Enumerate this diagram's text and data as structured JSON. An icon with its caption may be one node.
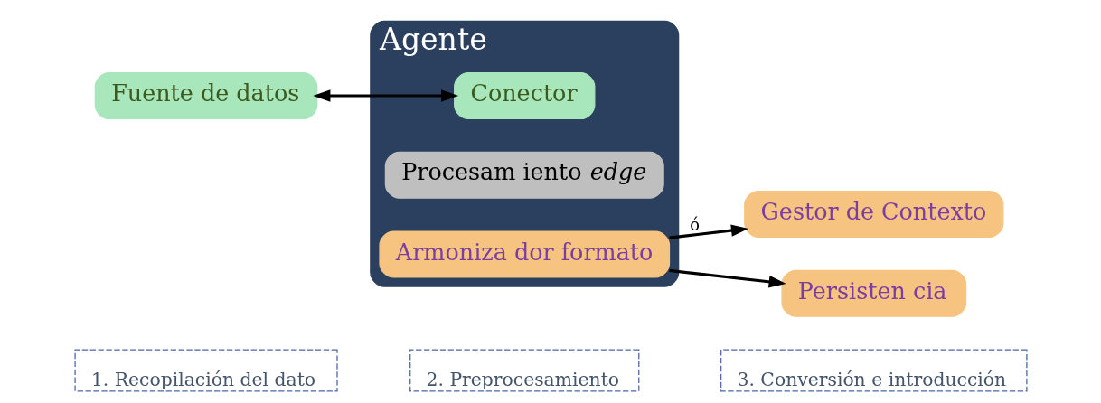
{
  "diagram": {
    "nodes": [
      {
        "text": [
          "1. Recopilación del dato"
        ]
      },
      {
        "text": [
          "2. Preprocesamiento"
        ]
      },
      {
        "text": [
          "3. Conversión e introducción"
        ]
      },
      {
        "text": [
          "Fuente de datos"
        ]
      },
      {
        "text": [
          "Agente"
        ]
      },
      {
        "text": [
          "Conector"
        ],
        "in": 4
      },
      {
        "text": [
          "Procesam iento *edge*"
        ],
        "in": 4
      },
      {
        "text": [
          "Armoniza dor formato"
        ],
        "in": 4
      },
      {
        "text": [
          "Gestor de Contexto"
        ]
      },
      {
        "text": [
          "Persisten cia"
        ]
      }
    ],
    "edges": [
      {
        "from": 3,
        "to": 5,
        "arrow": "both"
      },
      {
        "from": 7,
        "to": 8,
        "arrow": "to",
        "label": "ó"
      },
      {
        "from": 7,
        "to": 9,
        "arrow": "to"
      }
    ]
  }
}
